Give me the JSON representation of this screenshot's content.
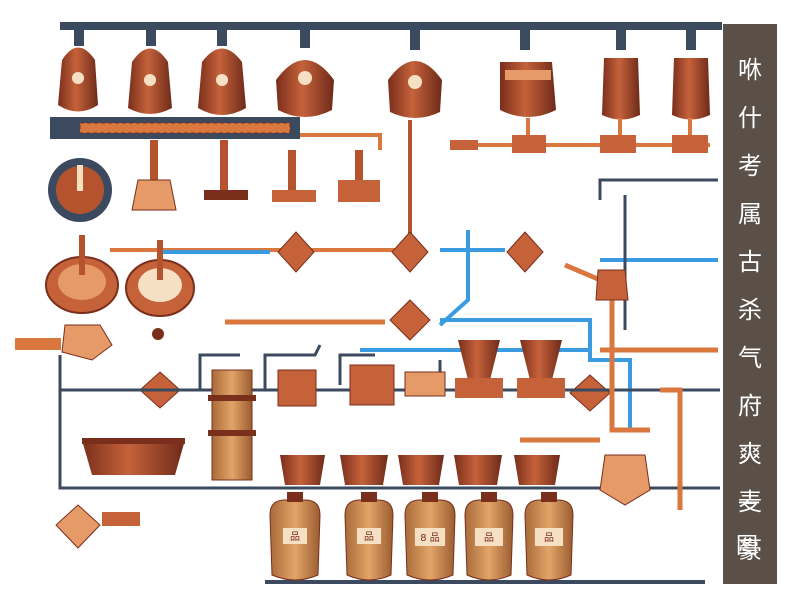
{
  "sidebar": {
    "glyphs": [
      "咻",
      "什",
      "考",
      "属",
      "古",
      "杀",
      "气",
      "府",
      "爽",
      "麦",
      "豪",
      "一",
      "图"
    ]
  },
  "labels": {
    "jar_1": "品",
    "jar_2": "品",
    "jar_3": "8 品",
    "jar_4": "品",
    "jar_5": "品"
  },
  "colors": {
    "copper": "#b5532f",
    "copper_dark": "#7a2e1c",
    "copper_light": "#e59a68",
    "amber": "#c98a4d",
    "pipe_blue": "#3a9be0",
    "pipe_gray": "#3b4a5f",
    "pipe_orange": "#d9773f",
    "sidebar_bg": "#5a5048",
    "pale": "#f6e0c4"
  }
}
